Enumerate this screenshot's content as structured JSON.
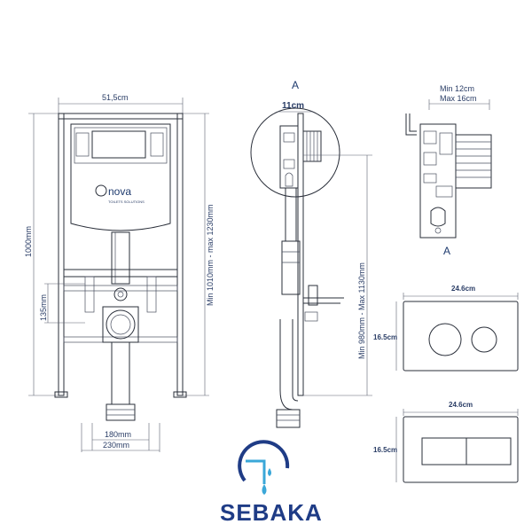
{
  "front_view": {
    "width_label": "51,5cm",
    "height_label": "1000mm",
    "height_range_label": "Min 1010mm - max 1230mm",
    "drain_height_label": "135mm",
    "drain_width_label": "180mm",
    "base_width_label": "230mm",
    "logo_text": "nova",
    "logo_subtext": "TOILETS SOLUTIONS"
  },
  "side_view": {
    "section_marker": "A",
    "depth_label": "11cm",
    "height_range_label": "Min 980mm - Max 1130mm"
  },
  "detail_view": {
    "min_label": "Min 12cm",
    "max_label": "Max 16cm",
    "section_marker": "A"
  },
  "flush_plate_round": {
    "width_label": "24.6cm",
    "height_label": "16.5cm"
  },
  "flush_plate_rect": {
    "width_label": "24.6cm",
    "height_label": "16.5cm"
  },
  "brand": {
    "name": "SEBAKA",
    "colors": {
      "primary": "#1f3c86",
      "accent": "#3aa7d8"
    },
    "icon": "sebaka-logo-icon"
  }
}
